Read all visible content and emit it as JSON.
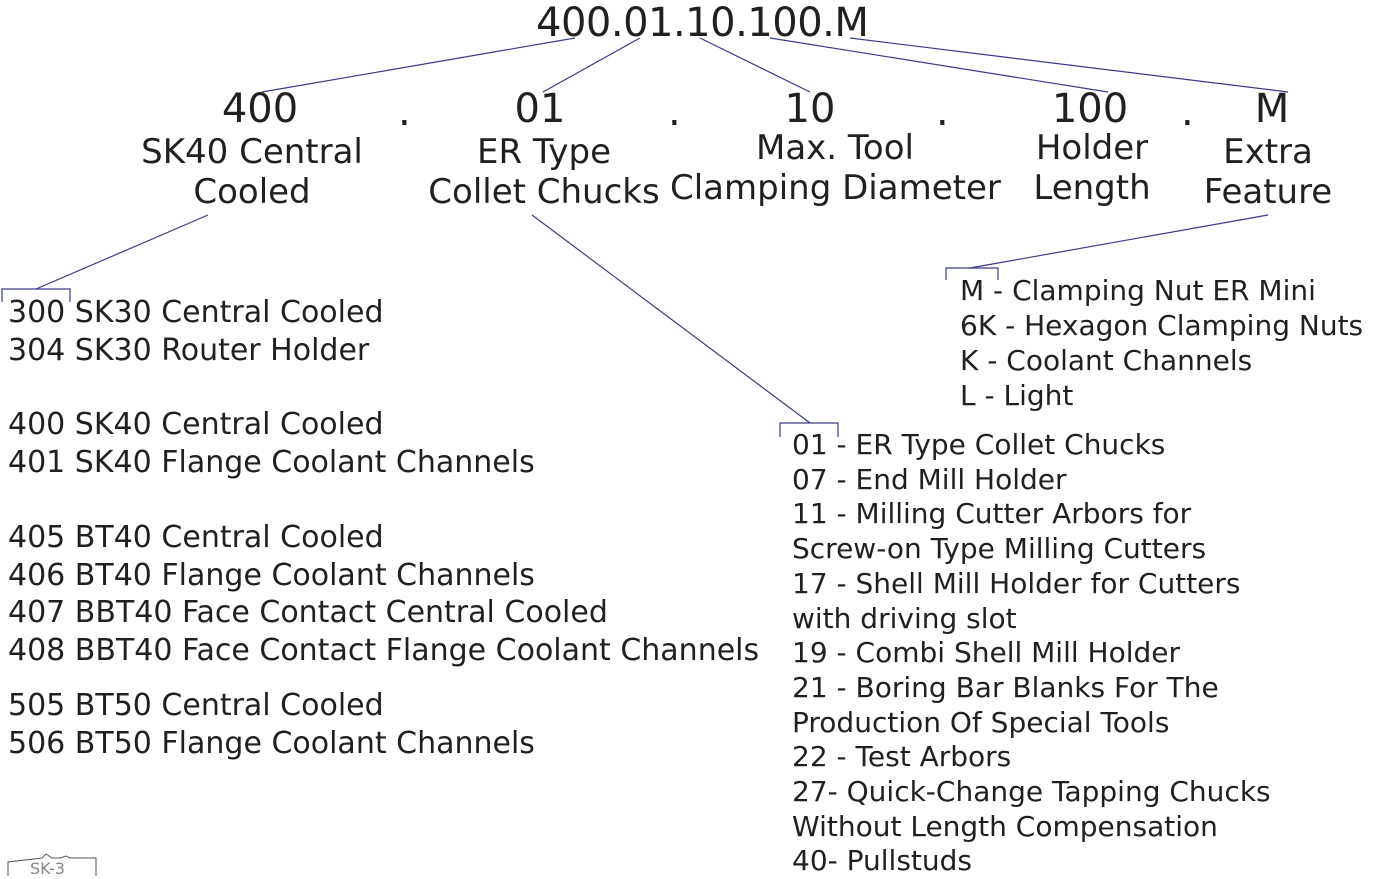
{
  "code": "400.01.10.100.M",
  "separator": ".",
  "segments": [
    {
      "value": "400",
      "label_lines": [
        "SK40 Central",
        "Cooled"
      ]
    },
    {
      "value": "01",
      "label_lines": [
        "ER Type",
        "Collet Chucks"
      ]
    },
    {
      "value": "10",
      "label_lines": [
        "Max. Tool",
        "Clamping Diameter"
      ]
    },
    {
      "value": "100",
      "label_lines": [
        "Holder",
        "Length"
      ]
    },
    {
      "value": "M",
      "label_lines": [
        "Extra",
        "Feature"
      ]
    }
  ],
  "holder_types": [
    [
      "300 SK30 Central Cooled",
      "304 SK30 Router Holder"
    ],
    [
      "400 SK40 Central Cooled",
      "401 SK40 Flange Coolant Channels"
    ],
    [
      "405 BT40 Central Cooled",
      "406 BT40 Flange Coolant Channels",
      "407 BBT40 Face Contact Central Cooled",
      "408 BBT40 Face Contact Flange Coolant Channels"
    ],
    [
      "505 BT50 Central Cooled",
      "506 BT50 Flange Coolant Channels"
    ]
  ],
  "holder_categories": [
    "01 - ER Type Collet Chucks",
    "07 - End Mill Holder",
    "11 - Milling Cutter Arbors for",
    "Screw-on Type Milling Cutters",
    "17 - Shell Mill Holder for Cutters",
    "with driving slot",
    "19 - Combi Shell Mill Holder",
    "21 - Boring Bar Blanks For The",
    "Production Of Special Tools",
    "22 - Test Arbors",
    "27-  Quick-Change Tapping Chucks",
    "Without Length Compensation",
    "40- Pullstuds"
  ],
  "extra_features": [
    "M - Clamping Nut ER Mini",
    "6K - Hexagon Clamping Nuts",
    "K -  Coolant Channels",
    "L - Light"
  ],
  "corner_tag": "SK-3",
  "colors": {
    "text": "#231f20",
    "connector": "#3a3a8c"
  }
}
